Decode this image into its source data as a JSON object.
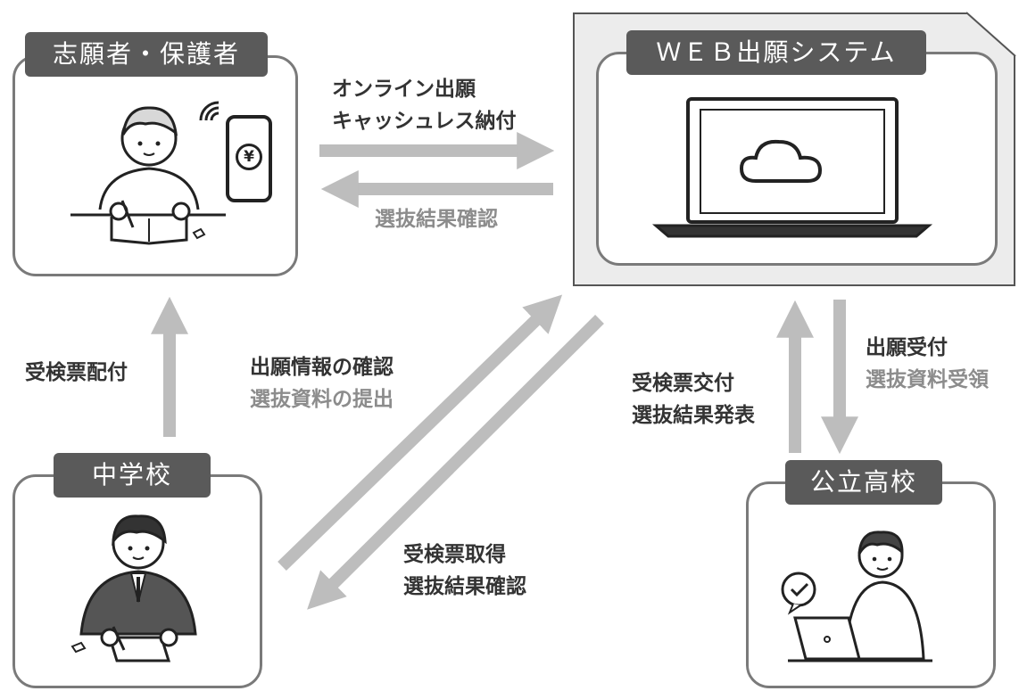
{
  "nodes": {
    "applicant": {
      "label": "志願者・保護者"
    },
    "web_system": {
      "label": "ＷＥＢ出願システム"
    },
    "junior_high": {
      "label": "中学校"
    },
    "public_high": {
      "label": "公立高校"
    }
  },
  "icons": {
    "currency_symbol": "¥"
  },
  "edges": {
    "applicant_to_web": {
      "line1": "オンライン出願",
      "line2": "キャッシュレス納付"
    },
    "web_to_applicant": {
      "line1": "選抜結果確認"
    },
    "junior_to_applicant": {
      "line1": "受検票配付"
    },
    "junior_to_web": {
      "line1": "出願情報の確認",
      "line2": "選抜資料の提出"
    },
    "web_to_junior": {
      "line1": "受検票取得",
      "line2": "選抜結果確認"
    },
    "high_to_web": {
      "line1": "受検票交付",
      "line2": "選抜結果発表"
    },
    "web_to_high": {
      "line1": "出願受付",
      "line2": "選抜資料受領"
    }
  },
  "colors": {
    "arrow": "#bdbdbd",
    "tab": "#5a5a5a",
    "border": "#7a7a7a",
    "gray_text": "#8c8c8c",
    "dark_text": "#333333"
  }
}
